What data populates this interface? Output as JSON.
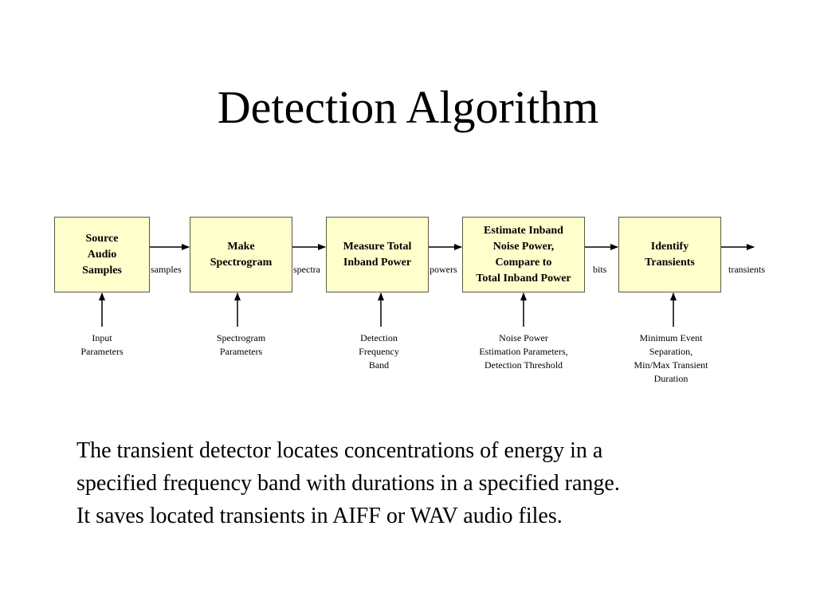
{
  "slide": {
    "title": "Detection Algorithm",
    "description": "The transient detector locates concentrations of energy in a\nspecified frequency band with durations in a specified range.\nIt saves located transients in AIFF or WAV audio files."
  },
  "diagram": {
    "blocks": [
      {
        "id": "source",
        "label": "Source\nAudio\nSamples"
      },
      {
        "id": "spectrogram",
        "label": "Make\nSpectrogram"
      },
      {
        "id": "power",
        "label": "Measure Total\nInband Power"
      },
      {
        "id": "noise",
        "label": "Estimate Inband\nNoise Power,\nCompare to\nTotal Inband Power"
      },
      {
        "id": "identify",
        "label": "Identify\nTransients"
      }
    ],
    "edges": [
      {
        "from": "source",
        "to": "spectrogram",
        "label": "samples"
      },
      {
        "from": "spectrogram",
        "to": "power",
        "label": "spectra"
      },
      {
        "from": "power",
        "to": "noise",
        "label": "powers"
      },
      {
        "from": "noise",
        "to": "identify",
        "label": "bits"
      },
      {
        "from": "identify",
        "to": "output",
        "label": "transients"
      }
    ],
    "parameters": [
      {
        "block": "source",
        "label": "Input\nParameters"
      },
      {
        "block": "spectrogram",
        "label": "Spectrogram\nParameters"
      },
      {
        "block": "power",
        "label": "Detection\nFrequency\nBand"
      },
      {
        "block": "noise",
        "label": "Noise Power\nEstimation Parameters,\nDetection Threshold"
      },
      {
        "block": "identify",
        "label": "Minimum Event\nSeparation,\nMin/Max Transient\nDuration"
      }
    ],
    "colors": {
      "block_fill": "#ffffcc",
      "block_border": "#5a5a3c",
      "arrow": "#000000"
    }
  }
}
